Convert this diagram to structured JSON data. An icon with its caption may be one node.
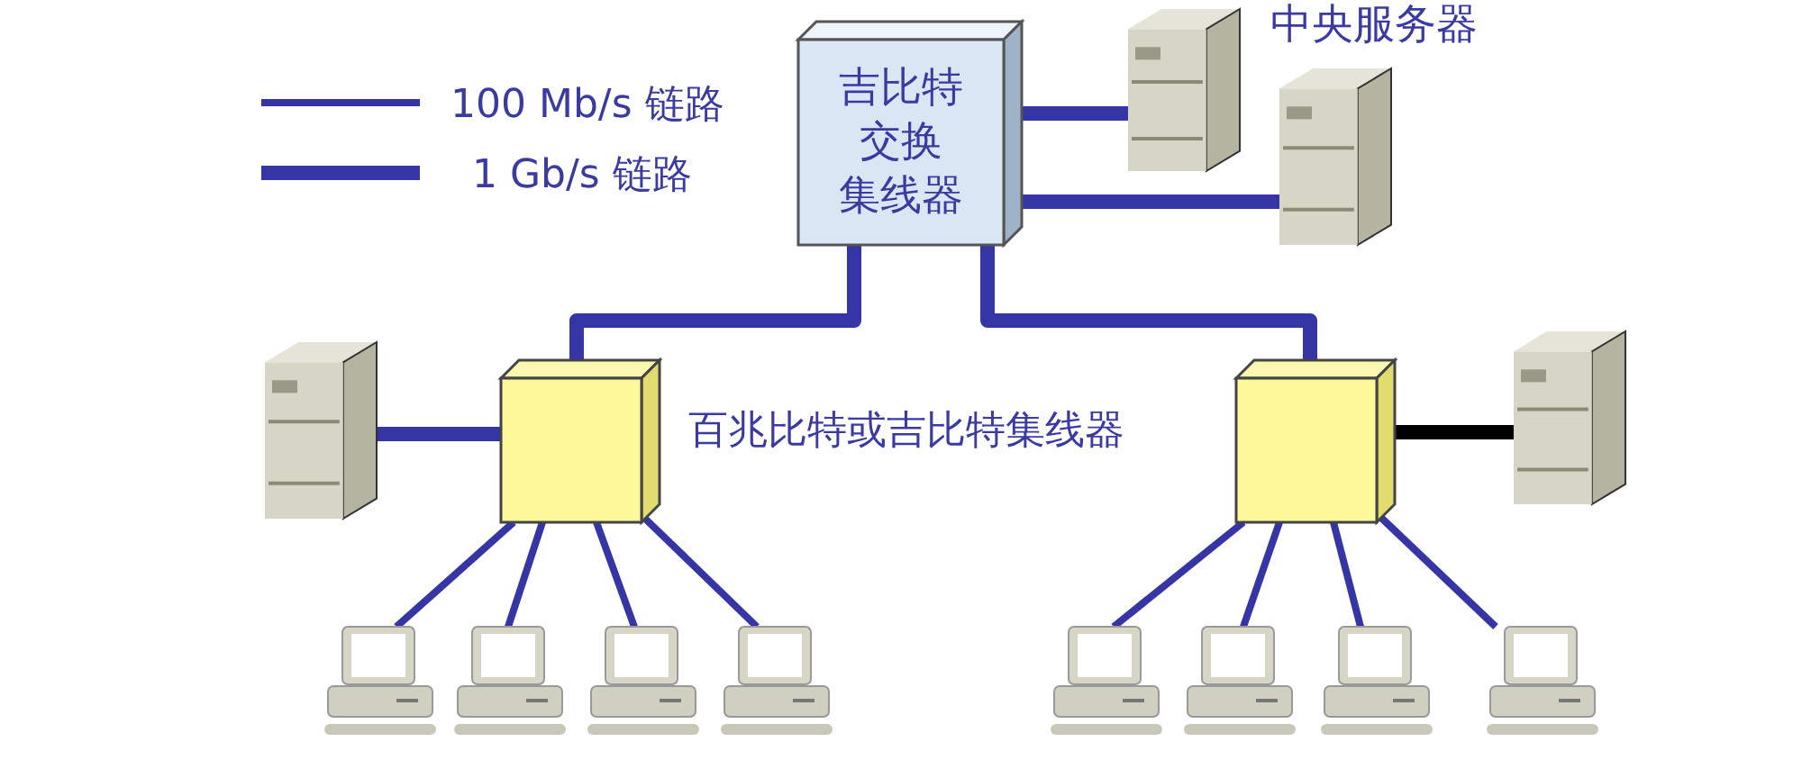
{
  "diagram": {
    "nodes": [
      {
        "text": [
          "吉比特交换集线器"
        ]
      },
      {
        "text": [],
        "shape": "picture"
      },
      {
        "text": [],
        "shape": "picture"
      },
      {
        "text": [],
        "shape": "picture"
      },
      {
        "text": [],
        "shape": "box"
      },
      {
        "text": [],
        "shape": "box"
      },
      {
        "text": [],
        "shape": "picture"
      },
      {
        "text": [],
        "shape": "picture"
      },
      {
        "text": [],
        "shape": "picture"
      },
      {
        "text": [],
        "shape": "picture"
      },
      {
        "text": [],
        "shape": "picture"
      },
      {
        "text": [],
        "shape": "picture"
      },
      {
        "text": [],
        "shape": "picture"
      },
      {
        "text": [],
        "shape": "picture"
      },
      {
        "text": [],
        "shape": "picture"
      }
    ],
    "edges": [
      {
        "from": 0,
        "to": 1,
        "arrow": "none",
        "style": "thick"
      },
      {
        "from": 0,
        "to": 2,
        "arrow": "none",
        "style": "thick"
      },
      {
        "from": 0,
        "to": 4,
        "arrow": "none",
        "style": "thick"
      },
      {
        "from": 0,
        "to": 5,
        "arrow": "none",
        "style": "thick"
      },
      {
        "from": 3,
        "to": 4,
        "arrow": "none",
        "style": "thick"
      },
      {
        "from": 5,
        "to": 6,
        "arrow": "none",
        "style": "thick",
        "color": "#000000"
      },
      {
        "from": 4,
        "to": 7,
        "arrow": "none"
      },
      {
        "from": 4,
        "to": 8,
        "arrow": "none"
      },
      {
        "from": 4,
        "to": 9,
        "arrow": "none"
      },
      {
        "from": 4,
        "to": 10,
        "arrow": "none"
      },
      {
        "from": 5,
        "to": 11,
        "arrow": "none"
      },
      {
        "from": 5,
        "to": 12,
        "arrow": "none"
      },
      {
        "from": 5,
        "to": 13,
        "arrow": "none"
      },
      {
        "from": 5,
        "to": 14,
        "arrow": "none"
      }
    ],
    "labels": [
      "中央服务器",
      "百兆比特或吉比特集线器"
    ],
    "legend": [
      {
        "text": "100 Mb/s 链路"
      },
      {
        "text": "1 Gb/s 链路"
      }
    ]
  }
}
